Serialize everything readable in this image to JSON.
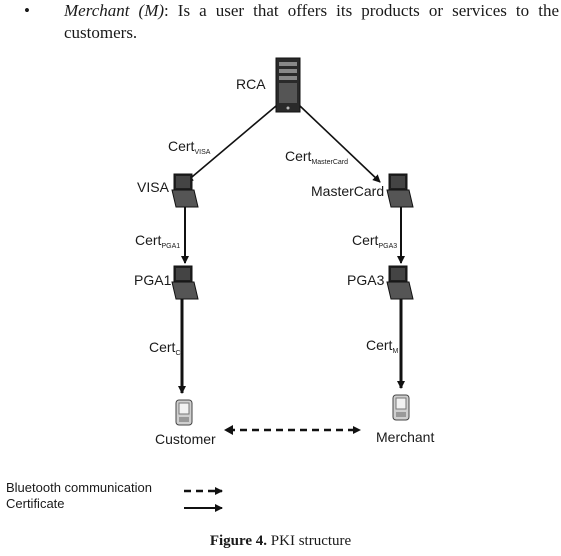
{
  "paragraph": {
    "bullet": "•",
    "term": "Merchant (M)",
    "text": ": Is a user that offers its products or services to the customers."
  },
  "diagram": {
    "nodes": {
      "rca": "RCA",
      "visa": "VISA",
      "mastercard": "MasterCard",
      "pga1": "PGA1",
      "pga3": "PGA3",
      "customer": "Customer",
      "merchant": "Merchant"
    },
    "certs": {
      "visa": {
        "main": "Cert",
        "sub": "VISA"
      },
      "mastercard": {
        "main": "Cert",
        "sub": "MasterCard"
      },
      "pga1": {
        "main": "Cert",
        "sub": "PGA1"
      },
      "pga3": {
        "main": "Cert",
        "sub": "PGA3"
      },
      "customer": {
        "main": "Cert",
        "sub": "C"
      },
      "merchant": {
        "main": "Cert",
        "sub": "M"
      }
    },
    "legend": {
      "bluetooth": "Bluetooth communication",
      "certificate": "Certificate"
    }
  },
  "caption": {
    "number": "Figure 4.",
    "text": " PKI structure"
  }
}
